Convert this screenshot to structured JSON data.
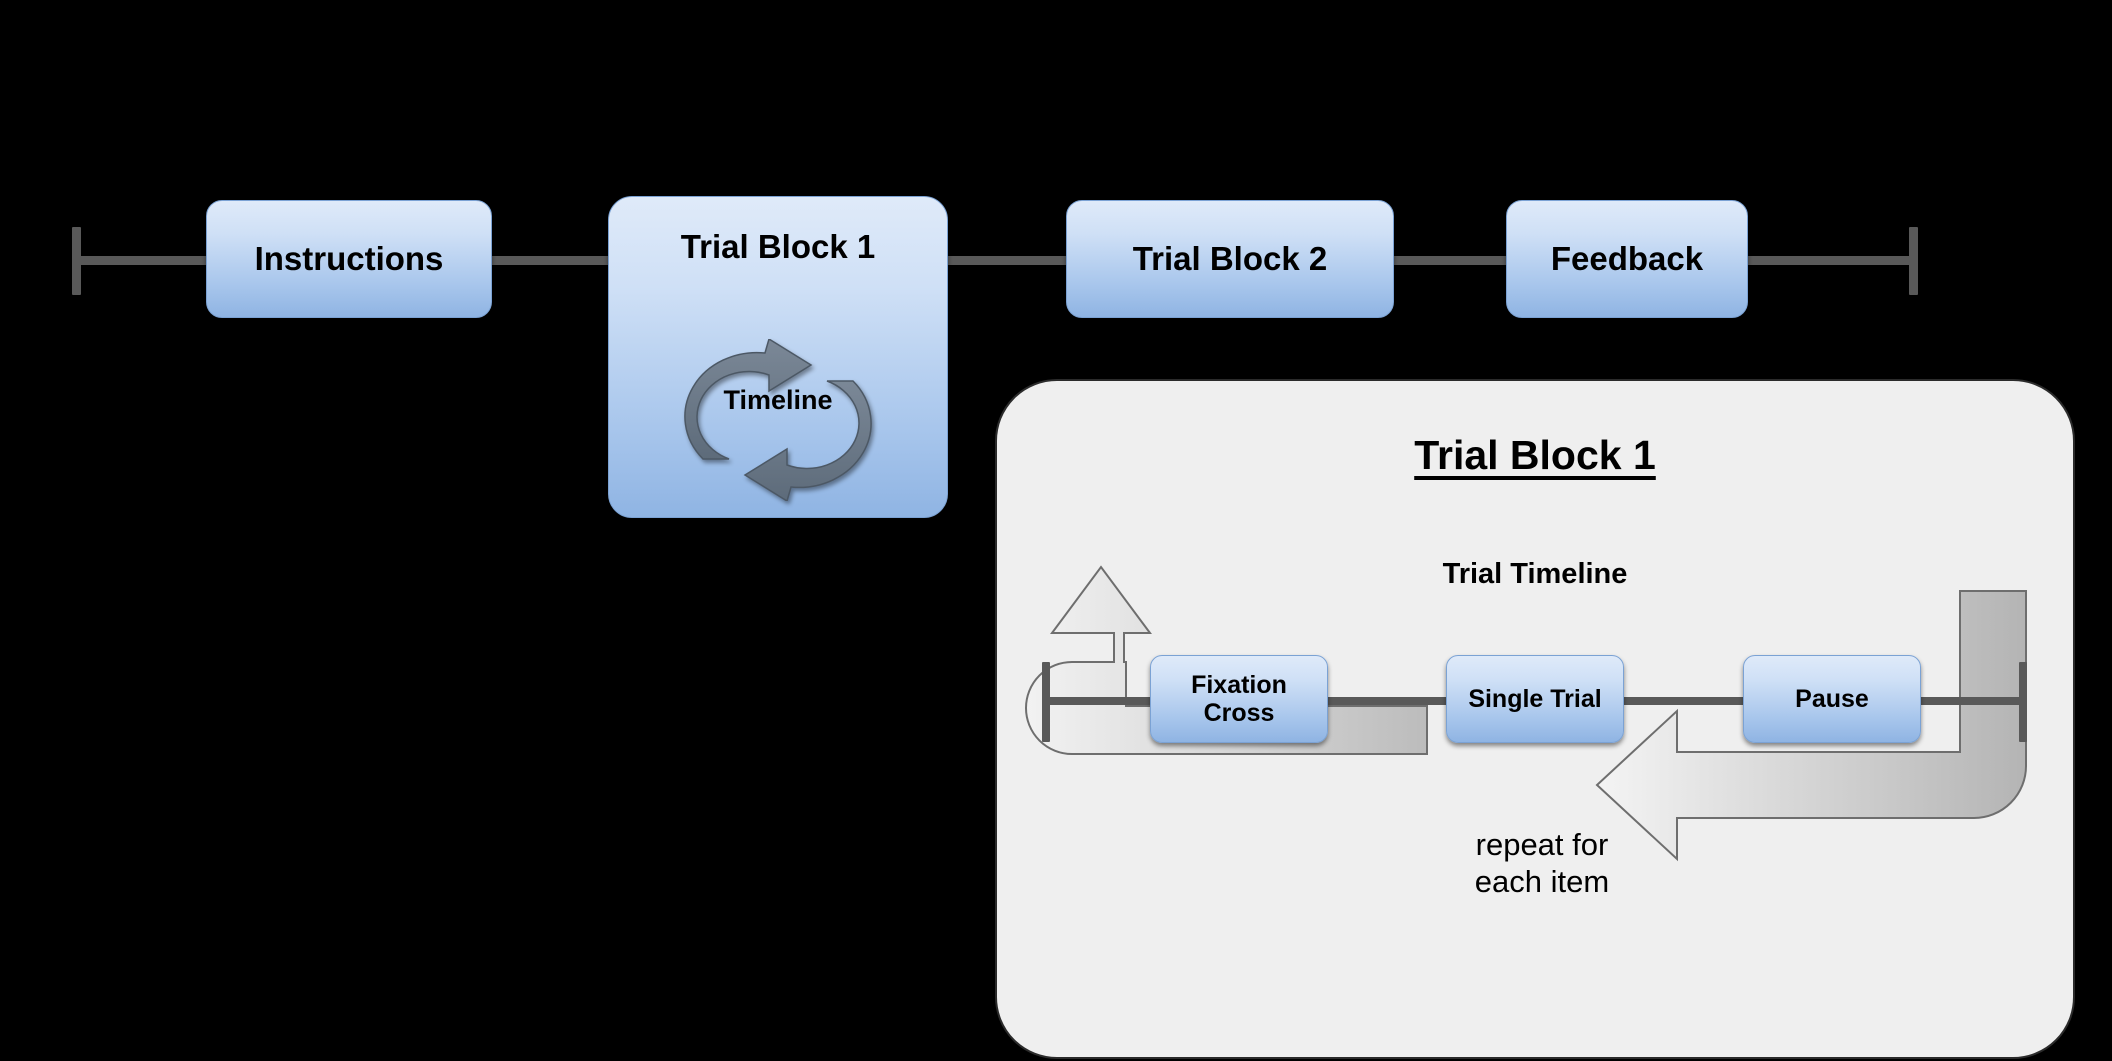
{
  "figure": {
    "background_color": "#000000",
    "node_fill_top": "#dfeaf9",
    "node_fill_bottom": "#8fb4e3",
    "node_border_color": "#7ba2d4",
    "line_color": "#595959",
    "panel_background": "#efefef",
    "panel_border_color": "#2b2b2b"
  },
  "experiment_timeline": {
    "nodes": [
      {
        "label": "Instructions",
        "type": "stage"
      },
      {
        "label": "Trial Block 1",
        "type": "stage-with-loop",
        "loop_label": "Timeline",
        "loop_icon": "cycle-arrows-icon"
      },
      {
        "label": "Trial Block 2",
        "type": "stage"
      },
      {
        "label": "Feedback",
        "type": "stage"
      }
    ]
  },
  "detail_panel": {
    "title": "Trial Block 1",
    "subtitle": "Trial Timeline",
    "trial_timeline": {
      "nodes": [
        {
          "label": "Fixation\nCross",
          "line1": "Fixation",
          "line2": "Cross"
        },
        {
          "label": "Single Trial",
          "line1": "Single Trial",
          "line2": ""
        },
        {
          "label": "Pause",
          "line1": "Pause",
          "line2": ""
        }
      ]
    },
    "loop": {
      "label_line1": "repeat for",
      "label_line2": "each item",
      "direction": "right-to-left",
      "icon": "loop-back-arrow-icon"
    }
  }
}
